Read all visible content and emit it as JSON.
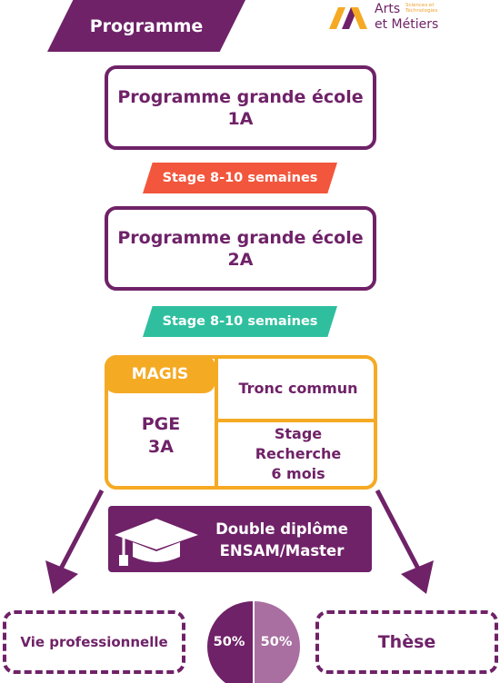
{
  "header": {
    "title": "Programme"
  },
  "logo": {
    "line1": "Arts",
    "line2": "et Métiers",
    "small": "Sciences et Technologies"
  },
  "box1": {
    "line1": "Programme grande école",
    "line2": "1A"
  },
  "stage1": {
    "label": "Stage 8-10 semaines",
    "color": "#f2563c"
  },
  "box2": {
    "line1": "Programme grande école",
    "line2": "2A"
  },
  "stage2": {
    "label": "Stage 8-10 semaines",
    "color": "#2fbf9f"
  },
  "magis": {
    "label": "MAGIS",
    "left_line1": "PGE",
    "left_line2": "3A",
    "right_top": "Tronc commun",
    "right_bottom_line1": "Stage",
    "right_bottom_line2": "Recherche",
    "right_bottom_line3": "6 mois"
  },
  "diploma": {
    "line1": "Double diplôme",
    "line2": "ENSAM/Master"
  },
  "outcomes": {
    "left": "Vie professionnelle",
    "right": "Thèse",
    "pct_left": "50%",
    "pct_right": "50%"
  },
  "colors": {
    "purple": "#6f2268",
    "orange": "#f5aa24",
    "light_purple": "#a86fa0"
  }
}
